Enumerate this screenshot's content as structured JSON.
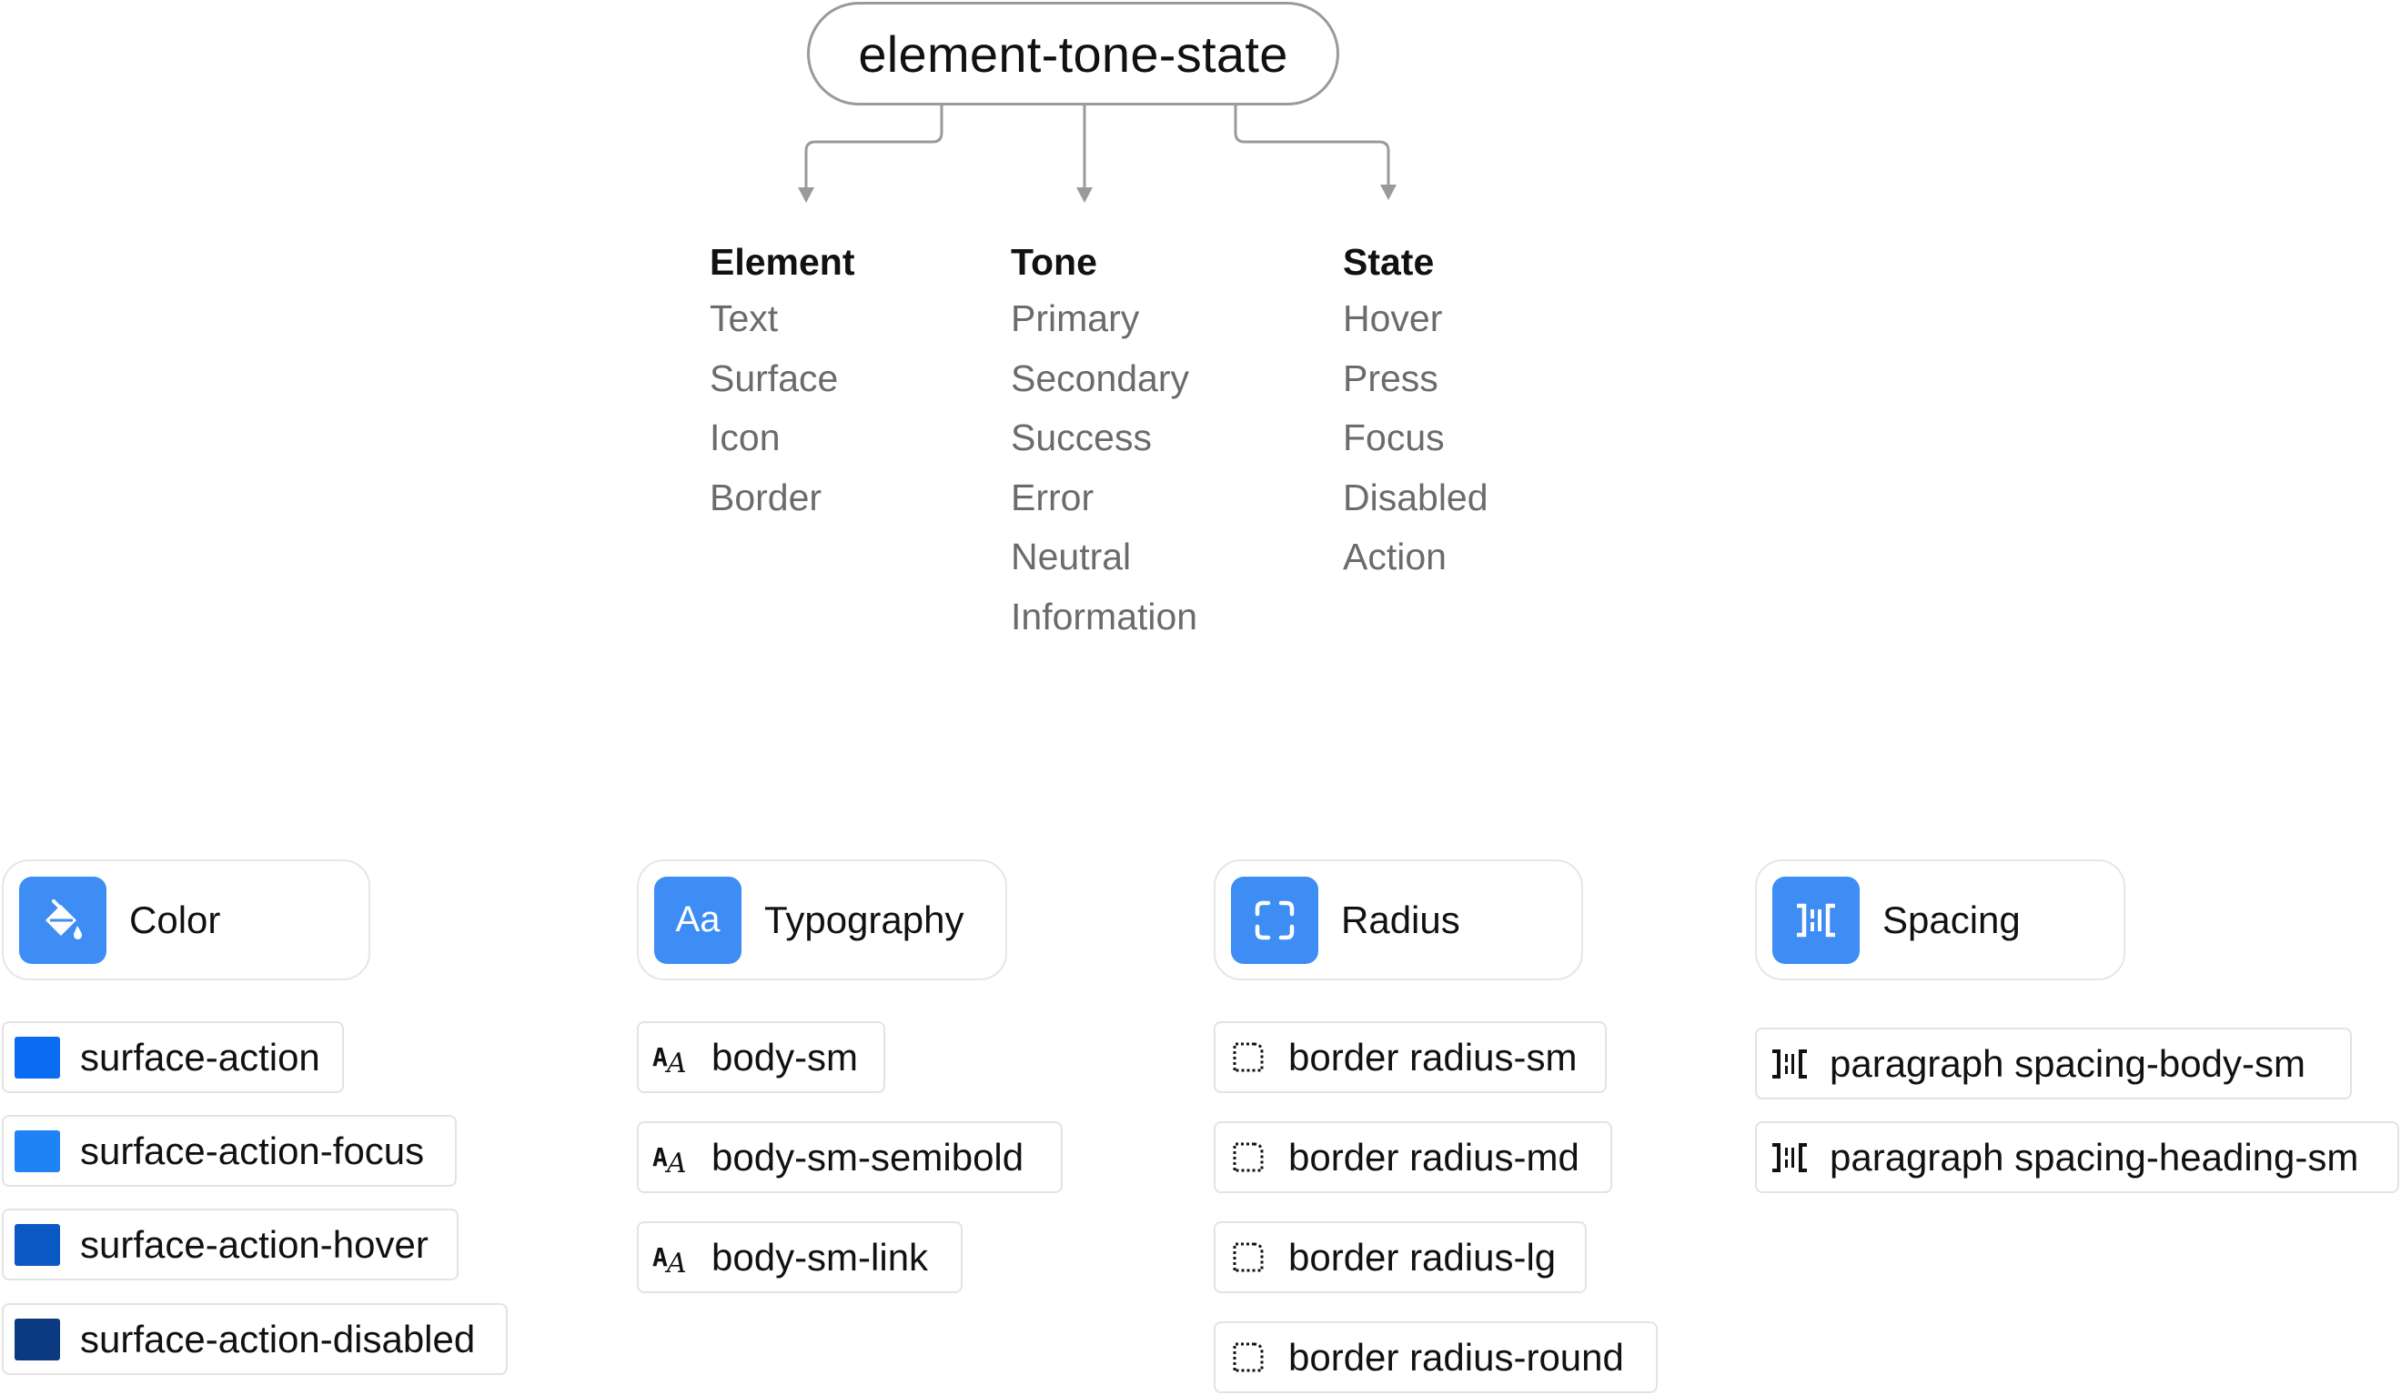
{
  "root": {
    "label": "element-tone-state"
  },
  "columns": [
    {
      "heading": "Element",
      "items": [
        "Text",
        "Surface",
        "Icon",
        "Border"
      ]
    },
    {
      "heading": "Tone",
      "items": [
        "Primary",
        "Secondary",
        "Success",
        "Error",
        "Neutral",
        "Information"
      ]
    },
    {
      "heading": "State",
      "items": [
        "Hover",
        "Press",
        "Focus",
        "Disabled",
        "Action"
      ]
    }
  ],
  "categories": [
    {
      "label": "Color",
      "icon": "paint-bucket-icon",
      "tile_color": "#3D8DF5"
    },
    {
      "label": "Typography",
      "icon": "typography-icon",
      "tile_text": "Aa",
      "tile_color": "#3D8DF5"
    },
    {
      "label": "Radius",
      "icon": "radius-icon",
      "tile_color": "#3D8DF5"
    },
    {
      "label": "Spacing",
      "icon": "spacing-icon",
      "tile_color": "#3D8DF5"
    }
  ],
  "color_tokens": [
    {
      "label": "surface-action",
      "swatch": "#0A6CF2"
    },
    {
      "label": "surface-action-focus",
      "swatch": "#2083F5"
    },
    {
      "label": "surface-action-hover",
      "swatch": "#0A58C4"
    },
    {
      "label": "surface-action-disabled",
      "swatch": "#0B3A80"
    }
  ],
  "typography_tokens": [
    {
      "label": "body-sm",
      "icon": "text-style-icon"
    },
    {
      "label": "body-sm-semibold",
      "icon": "text-style-icon"
    },
    {
      "label": "body-sm-link",
      "icon": "text-style-icon"
    }
  ],
  "radius_tokens": [
    {
      "label": "border radius-sm",
      "icon": "corner-radius-icon"
    },
    {
      "label": "border radius-md",
      "icon": "corner-radius-icon"
    },
    {
      "label": "border radius-lg",
      "icon": "corner-radius-icon"
    },
    {
      "label": "border radius-round",
      "icon": "corner-radius-icon"
    }
  ],
  "spacing_tokens": [
    {
      "label": "paragraph spacing-body-sm",
      "icon": "paragraph-spacing-icon"
    },
    {
      "label": "paragraph spacing-heading-sm",
      "icon": "paragraph-spacing-icon"
    }
  ],
  "colors": {
    "connector": "#9A9A9A",
    "muted_text": "#6B6B6B",
    "chip_border": "#E3E3E3"
  }
}
